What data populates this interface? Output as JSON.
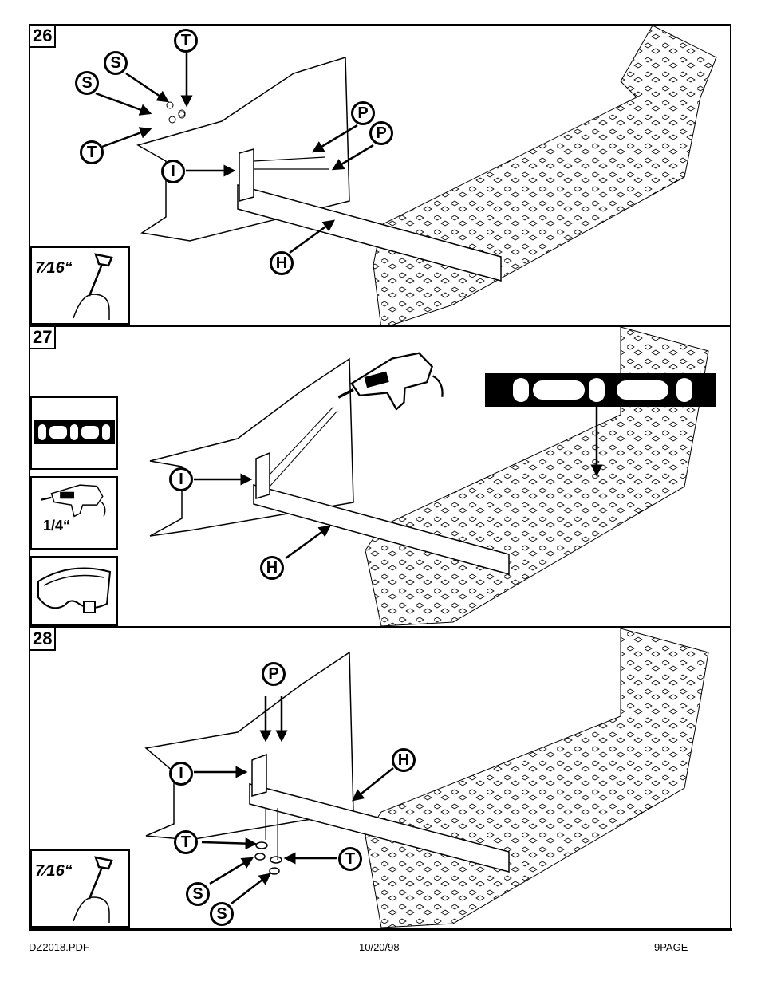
{
  "steps": [
    {
      "number": "26",
      "wrench_size": "7⁄16“"
    },
    {
      "number": "27",
      "drill_size": "1/4“"
    },
    {
      "number": "28",
      "wrench_size": "7⁄16“"
    }
  ],
  "callouts": {
    "s26": {
      "t1": "T",
      "s1": "S",
      "s2": "S",
      "t2": "T",
      "i": "I",
      "p1": "P",
      "p2": "P",
      "h": "H"
    },
    "s27": {
      "i": "I",
      "h": "H"
    },
    "s28": {
      "p": "P",
      "h": "H",
      "i": "I",
      "t1": "T",
      "t2": "T",
      "s1": "S",
      "s2": "S"
    }
  },
  "icons": [
    "wrench-hand-icon",
    "level-icon",
    "drill-icon",
    "safety-goggles-icon"
  ],
  "footer": {
    "file": "DZ2018.PDF",
    "date": "10/20/98",
    "page": "9PAGE"
  }
}
